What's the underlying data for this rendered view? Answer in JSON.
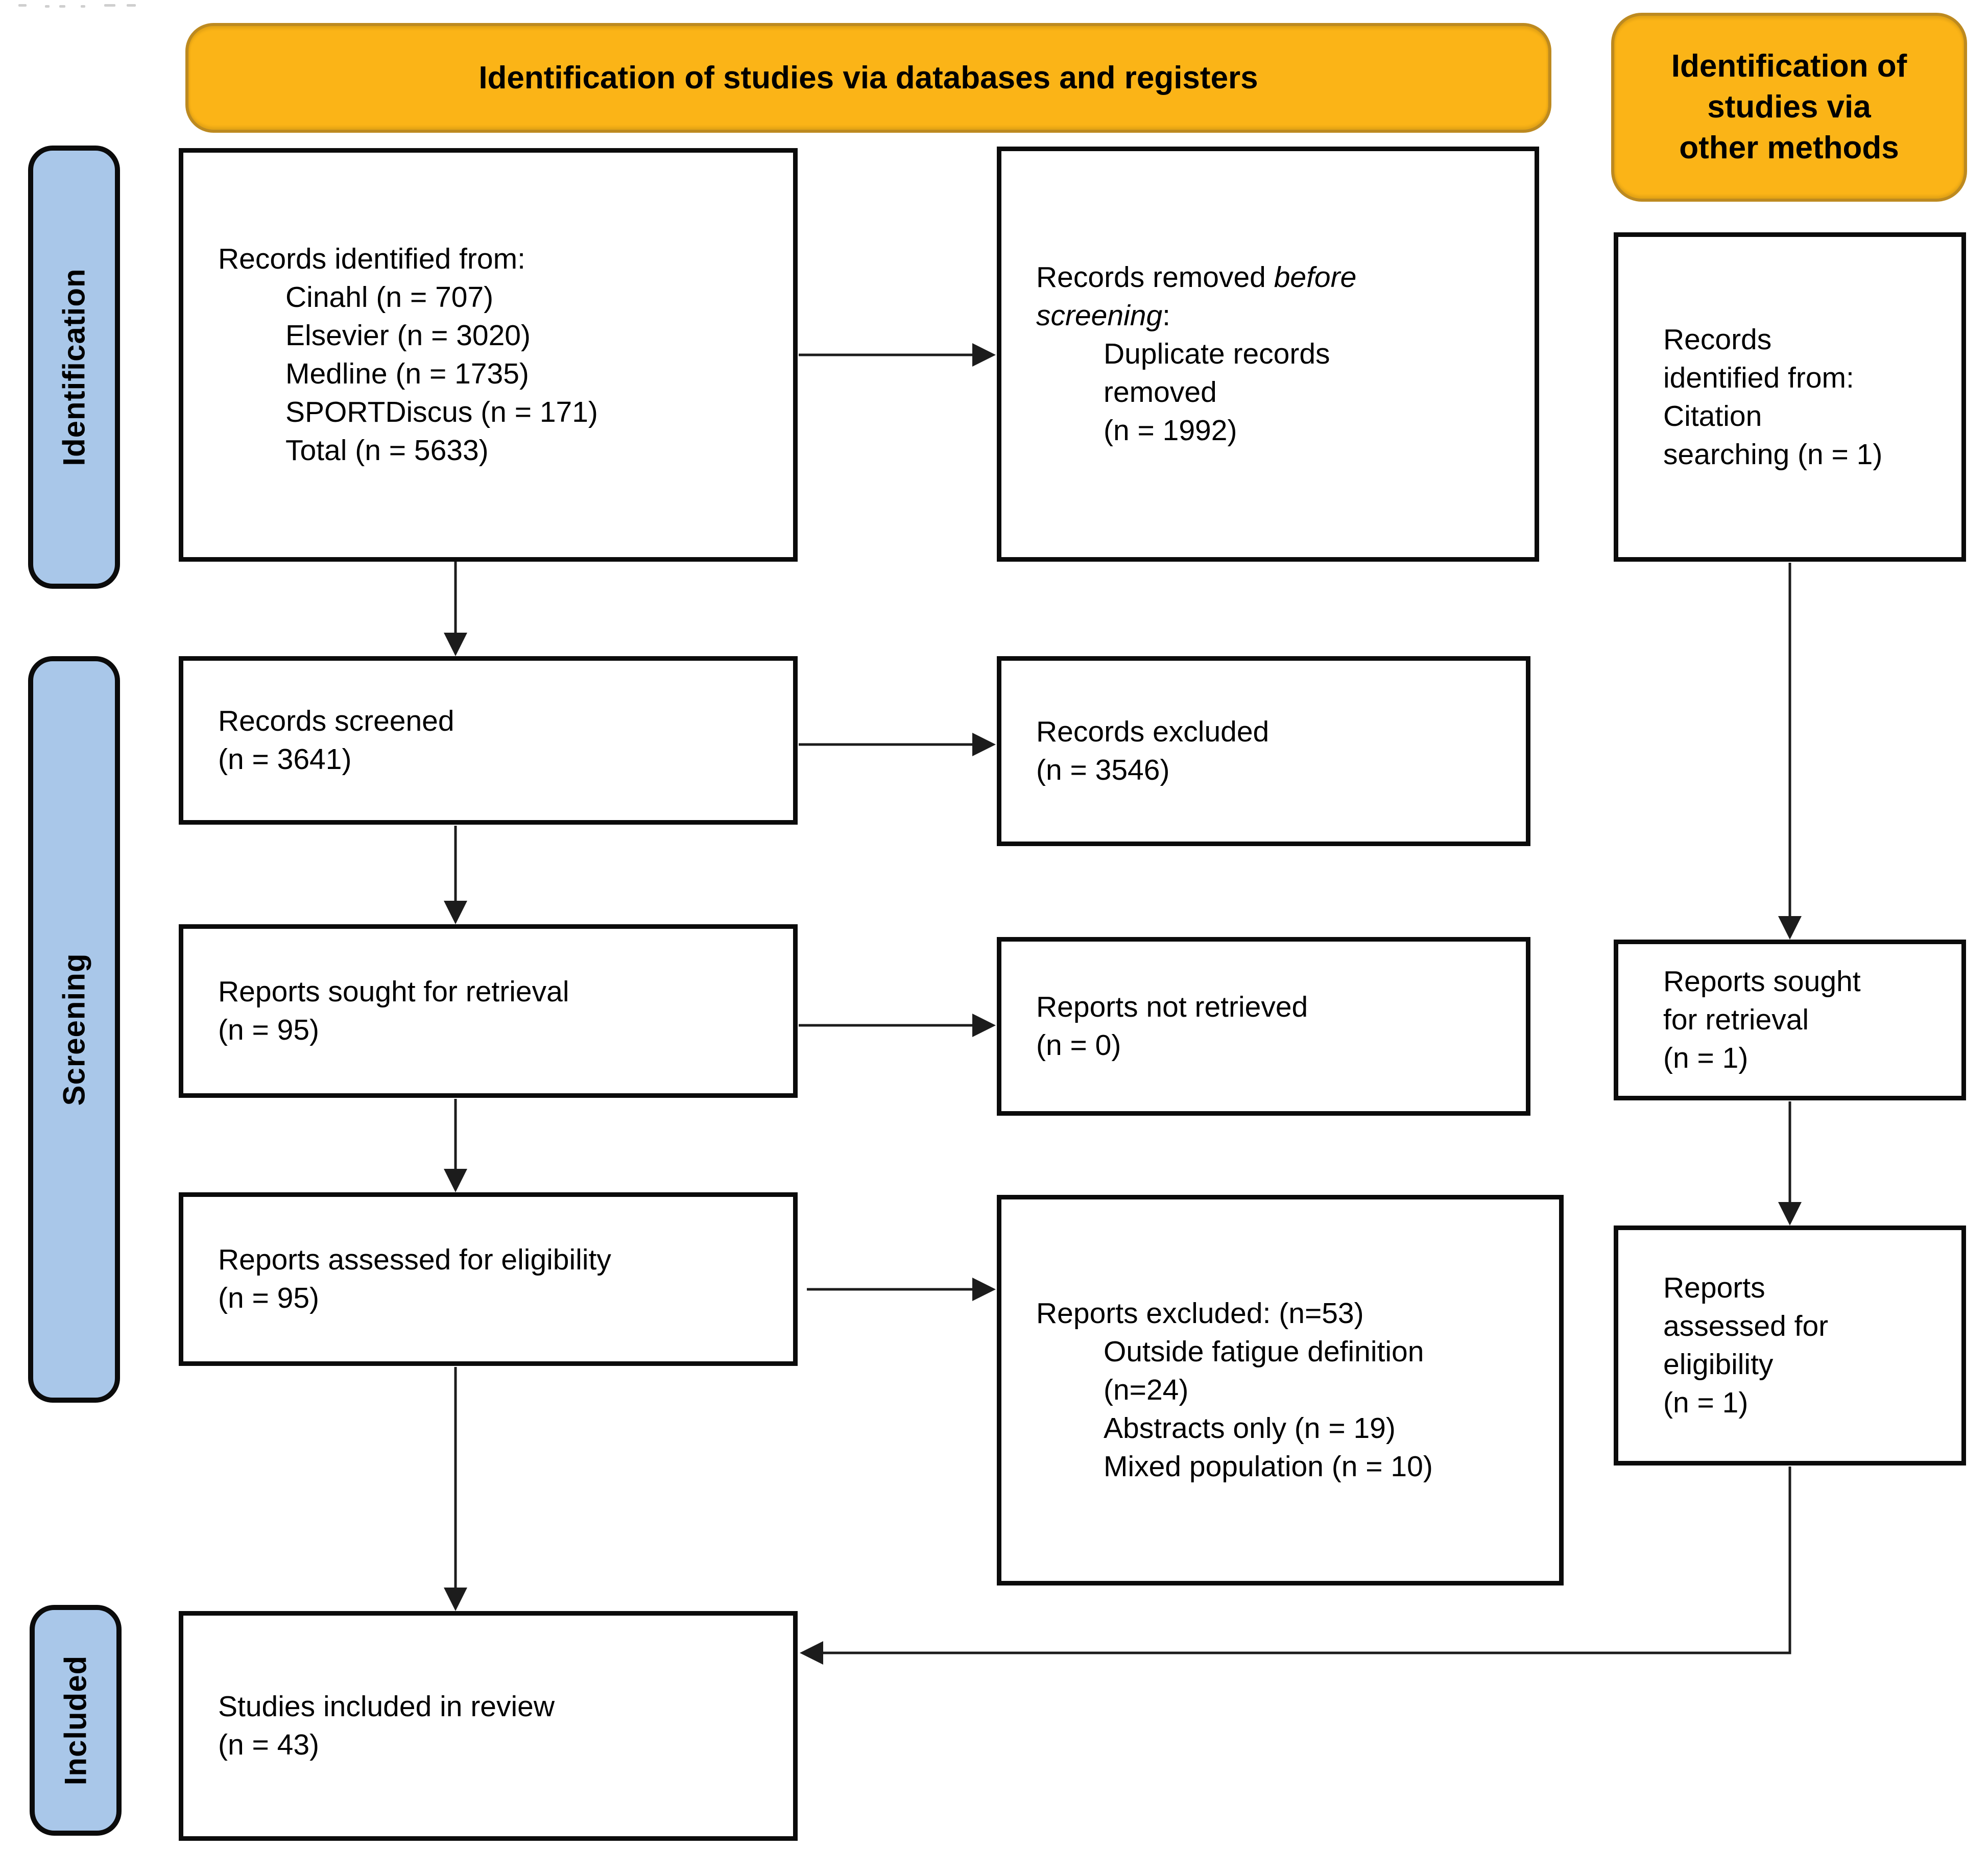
{
  "banners": {
    "databases": "Identification of studies via databases and registers",
    "other_methods": "Identification of\nstudies via\nother methods"
  },
  "sidebar": {
    "identification": "Identification",
    "screening": "Screening",
    "included": "Included"
  },
  "flow_boxes": {
    "records_identified": {
      "lines": [
        {
          "text": "Records identified from:",
          "indent": 0
        },
        {
          "text": "Cinahl (n = 707)",
          "indent": 1
        },
        {
          "text": "Elsevier (n = 3020)",
          "indent": 1
        },
        {
          "text": "Medline (n = 1735)",
          "indent": 1
        },
        {
          "text": "SPORTDiscus (n = 171)",
          "indent": 1
        },
        {
          "text": "Total (n = 5633)",
          "indent": 1
        }
      ]
    },
    "records_removed": {
      "lines": [
        {
          "segments": [
            {
              "text": "Records removed ",
              "italic": false
            },
            {
              "text": "before",
              "italic": true
            }
          ],
          "indent": 0
        },
        {
          "segments": [
            {
              "text": "screening",
              "italic": true
            },
            {
              "text": ":",
              "italic": false
            }
          ],
          "indent": 0
        },
        {
          "text": "Duplicate records",
          "indent": 1
        },
        {
          "text": "removed",
          "indent": 1
        },
        {
          "text": "(n = 1992)",
          "indent": 1
        }
      ]
    },
    "citation_identified": {
      "lines": [
        {
          "text": "Records",
          "indent": 0
        },
        {
          "text": "identified from:",
          "indent": 0
        },
        {
          "text": "Citation",
          "indent": 0
        },
        {
          "text": "searching (n = 1)",
          "indent": 0
        }
      ]
    },
    "records_screened": {
      "lines": [
        {
          "text": "Records screened",
          "indent": 0
        },
        {
          "text": "(n = 3641)",
          "indent": 0
        }
      ]
    },
    "records_excluded": {
      "lines": [
        {
          "text": "Records excluded",
          "indent": 0
        },
        {
          "text": "(n = 3546)",
          "indent": 0
        }
      ]
    },
    "reports_sought": {
      "lines": [
        {
          "text": "Reports sought for retrieval",
          "indent": 0
        },
        {
          "text": "(n = 95)",
          "indent": 0
        }
      ]
    },
    "reports_not_retrieved": {
      "lines": [
        {
          "text": "Reports not retrieved",
          "indent": 0
        },
        {
          "text": "(n = 0)",
          "indent": 0
        }
      ]
    },
    "reports_sought_other": {
      "lines": [
        {
          "text": "Reports sought",
          "indent": 0
        },
        {
          "text": "for retrieval",
          "indent": 0
        },
        {
          "text": "(n = 1)",
          "indent": 0
        }
      ]
    },
    "reports_assessed": {
      "lines": [
        {
          "text": "Reports assessed for eligibility",
          "indent": 0
        },
        {
          "text": "(n = 95)",
          "indent": 0
        }
      ]
    },
    "reports_excluded": {
      "lines": [
        {
          "text": "Reports excluded: (n=53)",
          "indent": 0
        },
        {
          "text": "Outside fatigue definition",
          "indent": 1
        },
        {
          "text": "(n=24)",
          "indent": 1
        },
        {
          "text": "Abstracts only (n = 19)",
          "indent": 1
        },
        {
          "text": "Mixed population (n = 10)",
          "indent": 1
        }
      ]
    },
    "reports_assessed_other": {
      "lines": [
        {
          "text": "Reports",
          "indent": 0
        },
        {
          "text": "assessed for",
          "indent": 0
        },
        {
          "text": "eligibility",
          "indent": 0
        },
        {
          "text": "(n = 1)",
          "indent": 0
        }
      ]
    },
    "studies_included": {
      "lines": [
        {
          "text": "Studies included in review",
          "indent": 0
        },
        {
          "text": "(n = 43)",
          "indent": 0
        }
      ]
    }
  },
  "colors": {
    "banner_fill": "#FBB417",
    "banner_border": "#BD8A20",
    "sidebar_fill": "#A9C7E9",
    "box_border": "#0B0B0B",
    "arrow": "#1C1C1C"
  }
}
